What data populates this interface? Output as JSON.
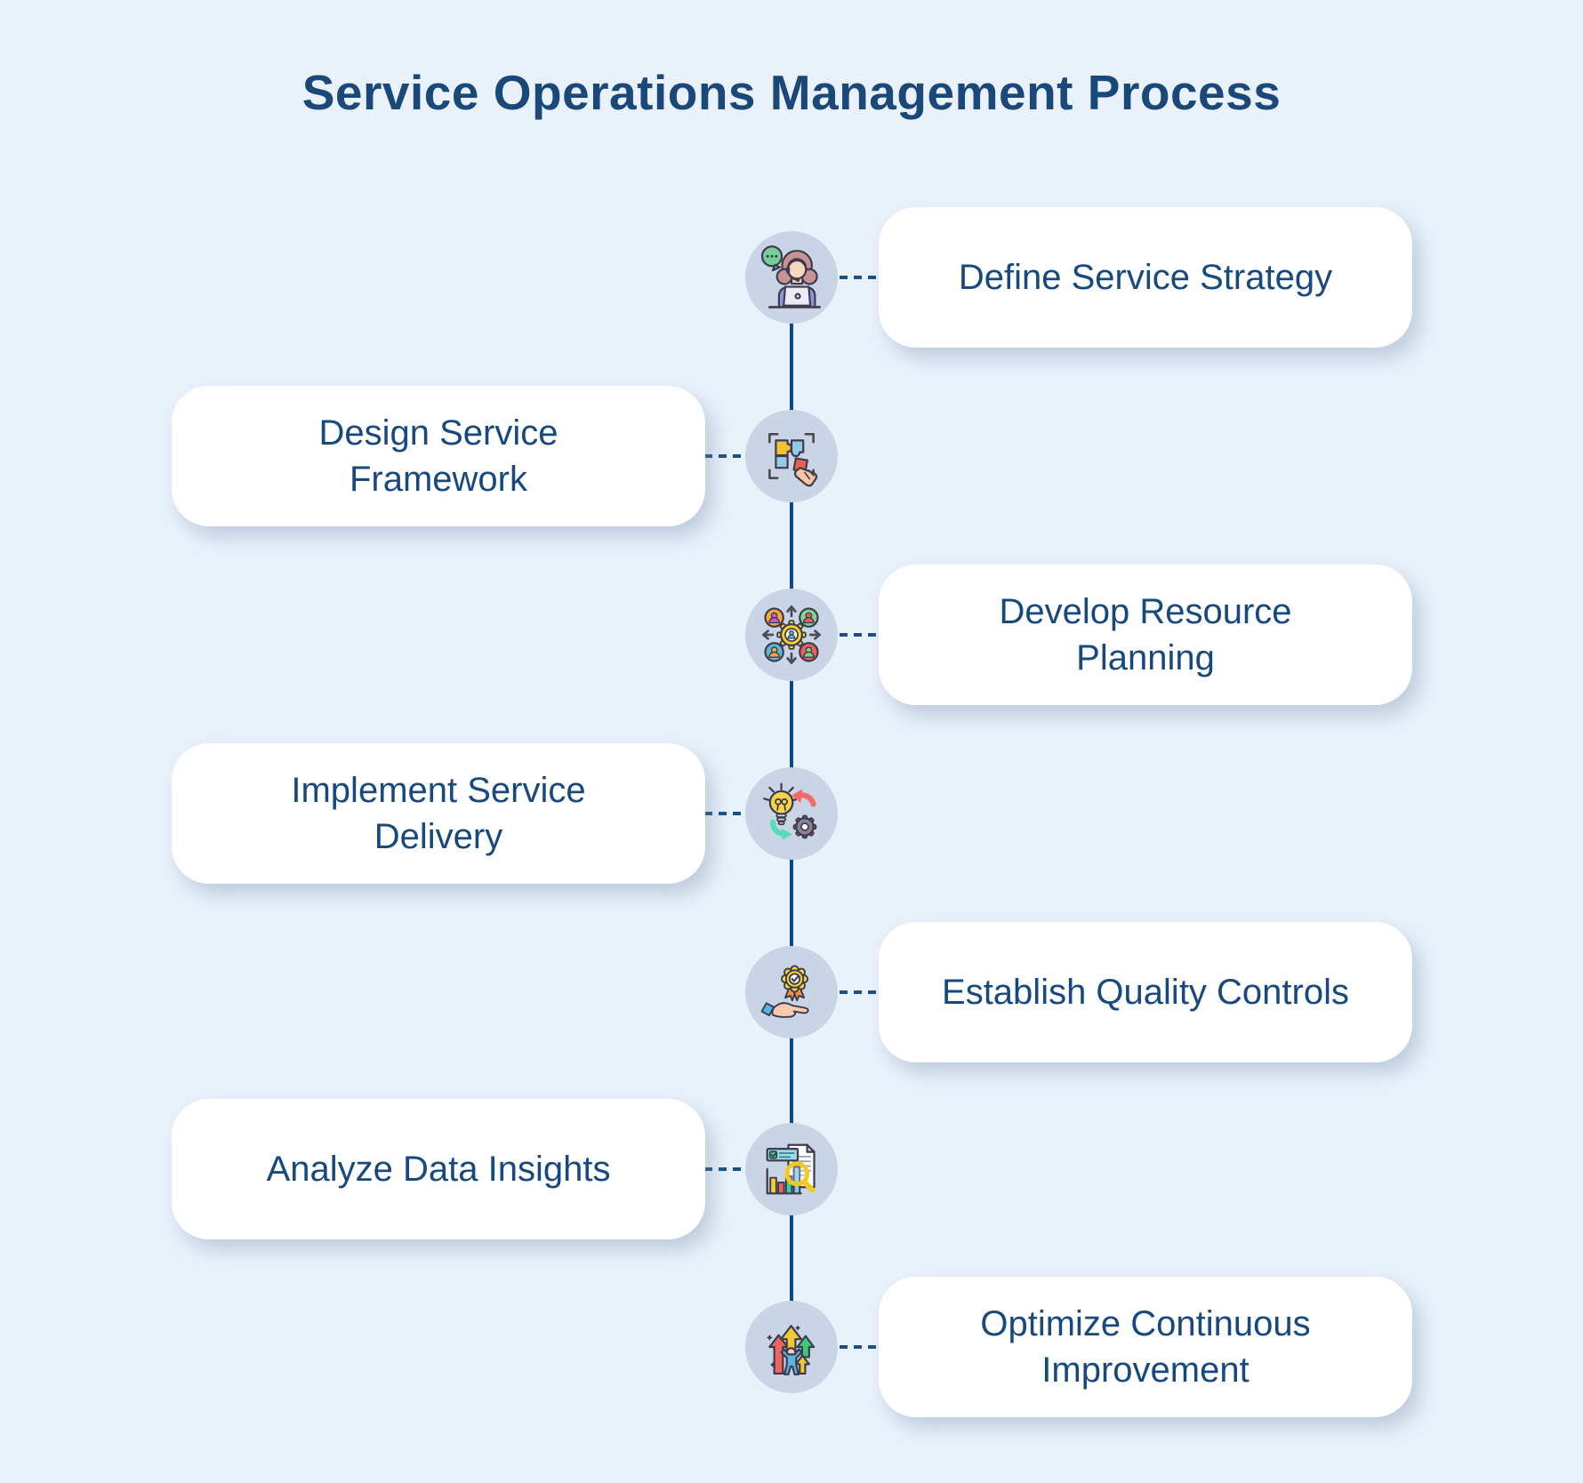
{
  "title": "Service Operations Management Process",
  "colors": {
    "background": "#e9f1fb",
    "title_text": "#1a4879",
    "card_background": "#ffffff",
    "card_text": "#17497e",
    "timeline_line": "#0c4a84",
    "dotted_connector": "#1b4f86",
    "node_circle_fill": "#c9d4e6"
  },
  "timeline": {
    "steps": [
      {
        "label": "Define Service Strategy",
        "side": "right",
        "icon": "support-agent-icon"
      },
      {
        "label": "Design Service\nFramework",
        "side": "left",
        "icon": "puzzle-assembly-icon"
      },
      {
        "label": "Develop Resource\nPlanning",
        "side": "right",
        "icon": "team-resource-network-icon"
      },
      {
        "label": "Implement Service\nDelivery",
        "side": "left",
        "icon": "idea-to-process-icon"
      },
      {
        "label": "Establish Quality Controls",
        "side": "right",
        "icon": "quality-badge-hand-icon"
      },
      {
        "label": "Analyze Data Insights",
        "side": "left",
        "icon": "chart-document-magnifier-icon"
      },
      {
        "label": "Optimize Continuous\nImprovement",
        "side": "right",
        "icon": "growth-arrows-icon"
      }
    ]
  }
}
